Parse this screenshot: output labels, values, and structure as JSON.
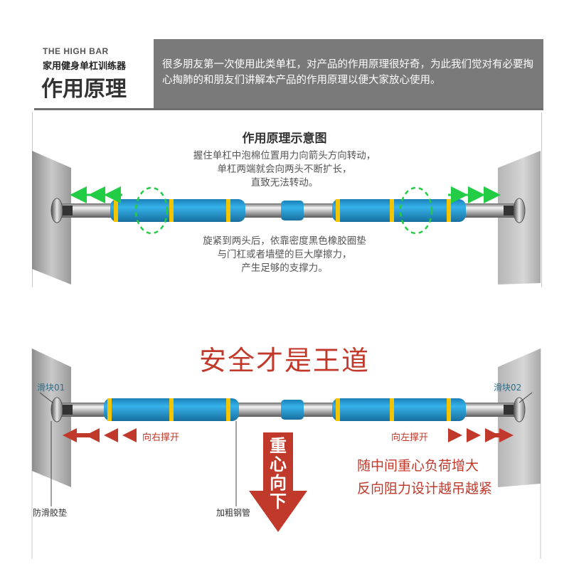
{
  "header": {
    "tag": "THE HIGH BAR",
    "subtitle": "家用健身单杠训练器",
    "title": "作用原理",
    "description": "很多朋友第一次使用此类单杠，对产品的作用原理很好奇，为此我们觉对有必要掏心掏肺的和朋友们讲解本产品的作用原理以便大家放心使用。"
  },
  "principle": {
    "title": "作用原理示意图",
    "text_top": [
      "握住单杠中泡棉位置用力向箭头方向转动，",
      "单杠两端就会向两头不断扩长，",
      "直致无法转动。"
    ],
    "text_bottom": [
      "旋紧到两头后，依靠密度黑色橡胶圈垫",
      "与门杠或者墙壁的巨大摩擦力，",
      "产生足够的支撑力。"
    ]
  },
  "safety": {
    "title": "安全才是王道",
    "slider_left": "滑块01",
    "slider_right": "滑块02",
    "push_right": "向右撑开",
    "push_left": "向左撑开",
    "gravity_arrow": "重心向下",
    "description": [
      "随中间重心负荷增大",
      "反向阻力设计越吊越紧"
    ],
    "label_pad": "防滑胶垫",
    "label_tube": "加粗钢管"
  },
  "colors": {
    "foam": "#2a9fd6",
    "ring": "#f2c500",
    "green_arrow": "#22cc44",
    "red": "#c0392b",
    "header_gray": "#7a7a7a"
  }
}
